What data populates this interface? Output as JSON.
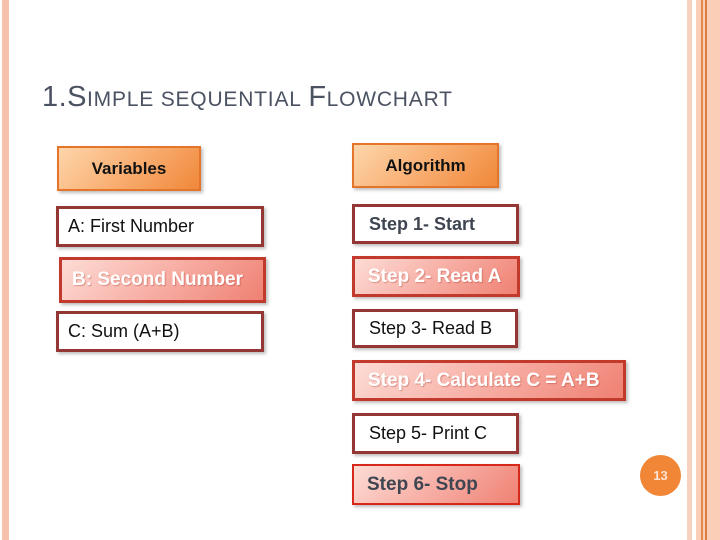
{
  "title": {
    "full_text": "1. Simple Sequential Flowchart",
    "parts": [
      {
        "text": "1.S",
        "size": "large"
      },
      {
        "text": "IMPLE",
        "size": "small"
      },
      {
        "text": " SEQUENTIAL ",
        "size": "small"
      },
      {
        "text": "F",
        "size": "large"
      },
      {
        "text": "LOWCHART",
        "size": "small"
      }
    ],
    "color": "#4b5262"
  },
  "variables": {
    "header": "Variables",
    "items": [
      {
        "label": "A: First Number",
        "style": "plain"
      },
      {
        "label": "B: Second Number",
        "style": "highlight"
      },
      {
        "label": "C: Sum (A+B)",
        "style": "plain"
      }
    ]
  },
  "algorithm": {
    "header": "Algorithm",
    "steps": [
      {
        "label": "Step 1- Start",
        "style": "plain-bold-gray"
      },
      {
        "label": "Step 2- Read A",
        "style": "highlight"
      },
      {
        "label": "Step 3- Read B",
        "style": "plain"
      },
      {
        "label": "Step 4- Calculate C = A+B",
        "style": "highlight"
      },
      {
        "label": "Step 5- Print C",
        "style": "plain"
      },
      {
        "label": "Step 6- Stop",
        "style": "highlight-dark-text"
      }
    ]
  },
  "page_number": "13",
  "colors": {
    "title_gray": "#4b5262",
    "header_orange": "#f0883a",
    "header_border": "#e4752a",
    "salmon_fill": "#ef8173",
    "salmon_border": "#c13a2b",
    "bright_red_border": "#d6291c",
    "dark_red_border": "#943634",
    "page_badge_orange": "#f08636",
    "edge_stripe_pink": "#f6c2ac"
  }
}
